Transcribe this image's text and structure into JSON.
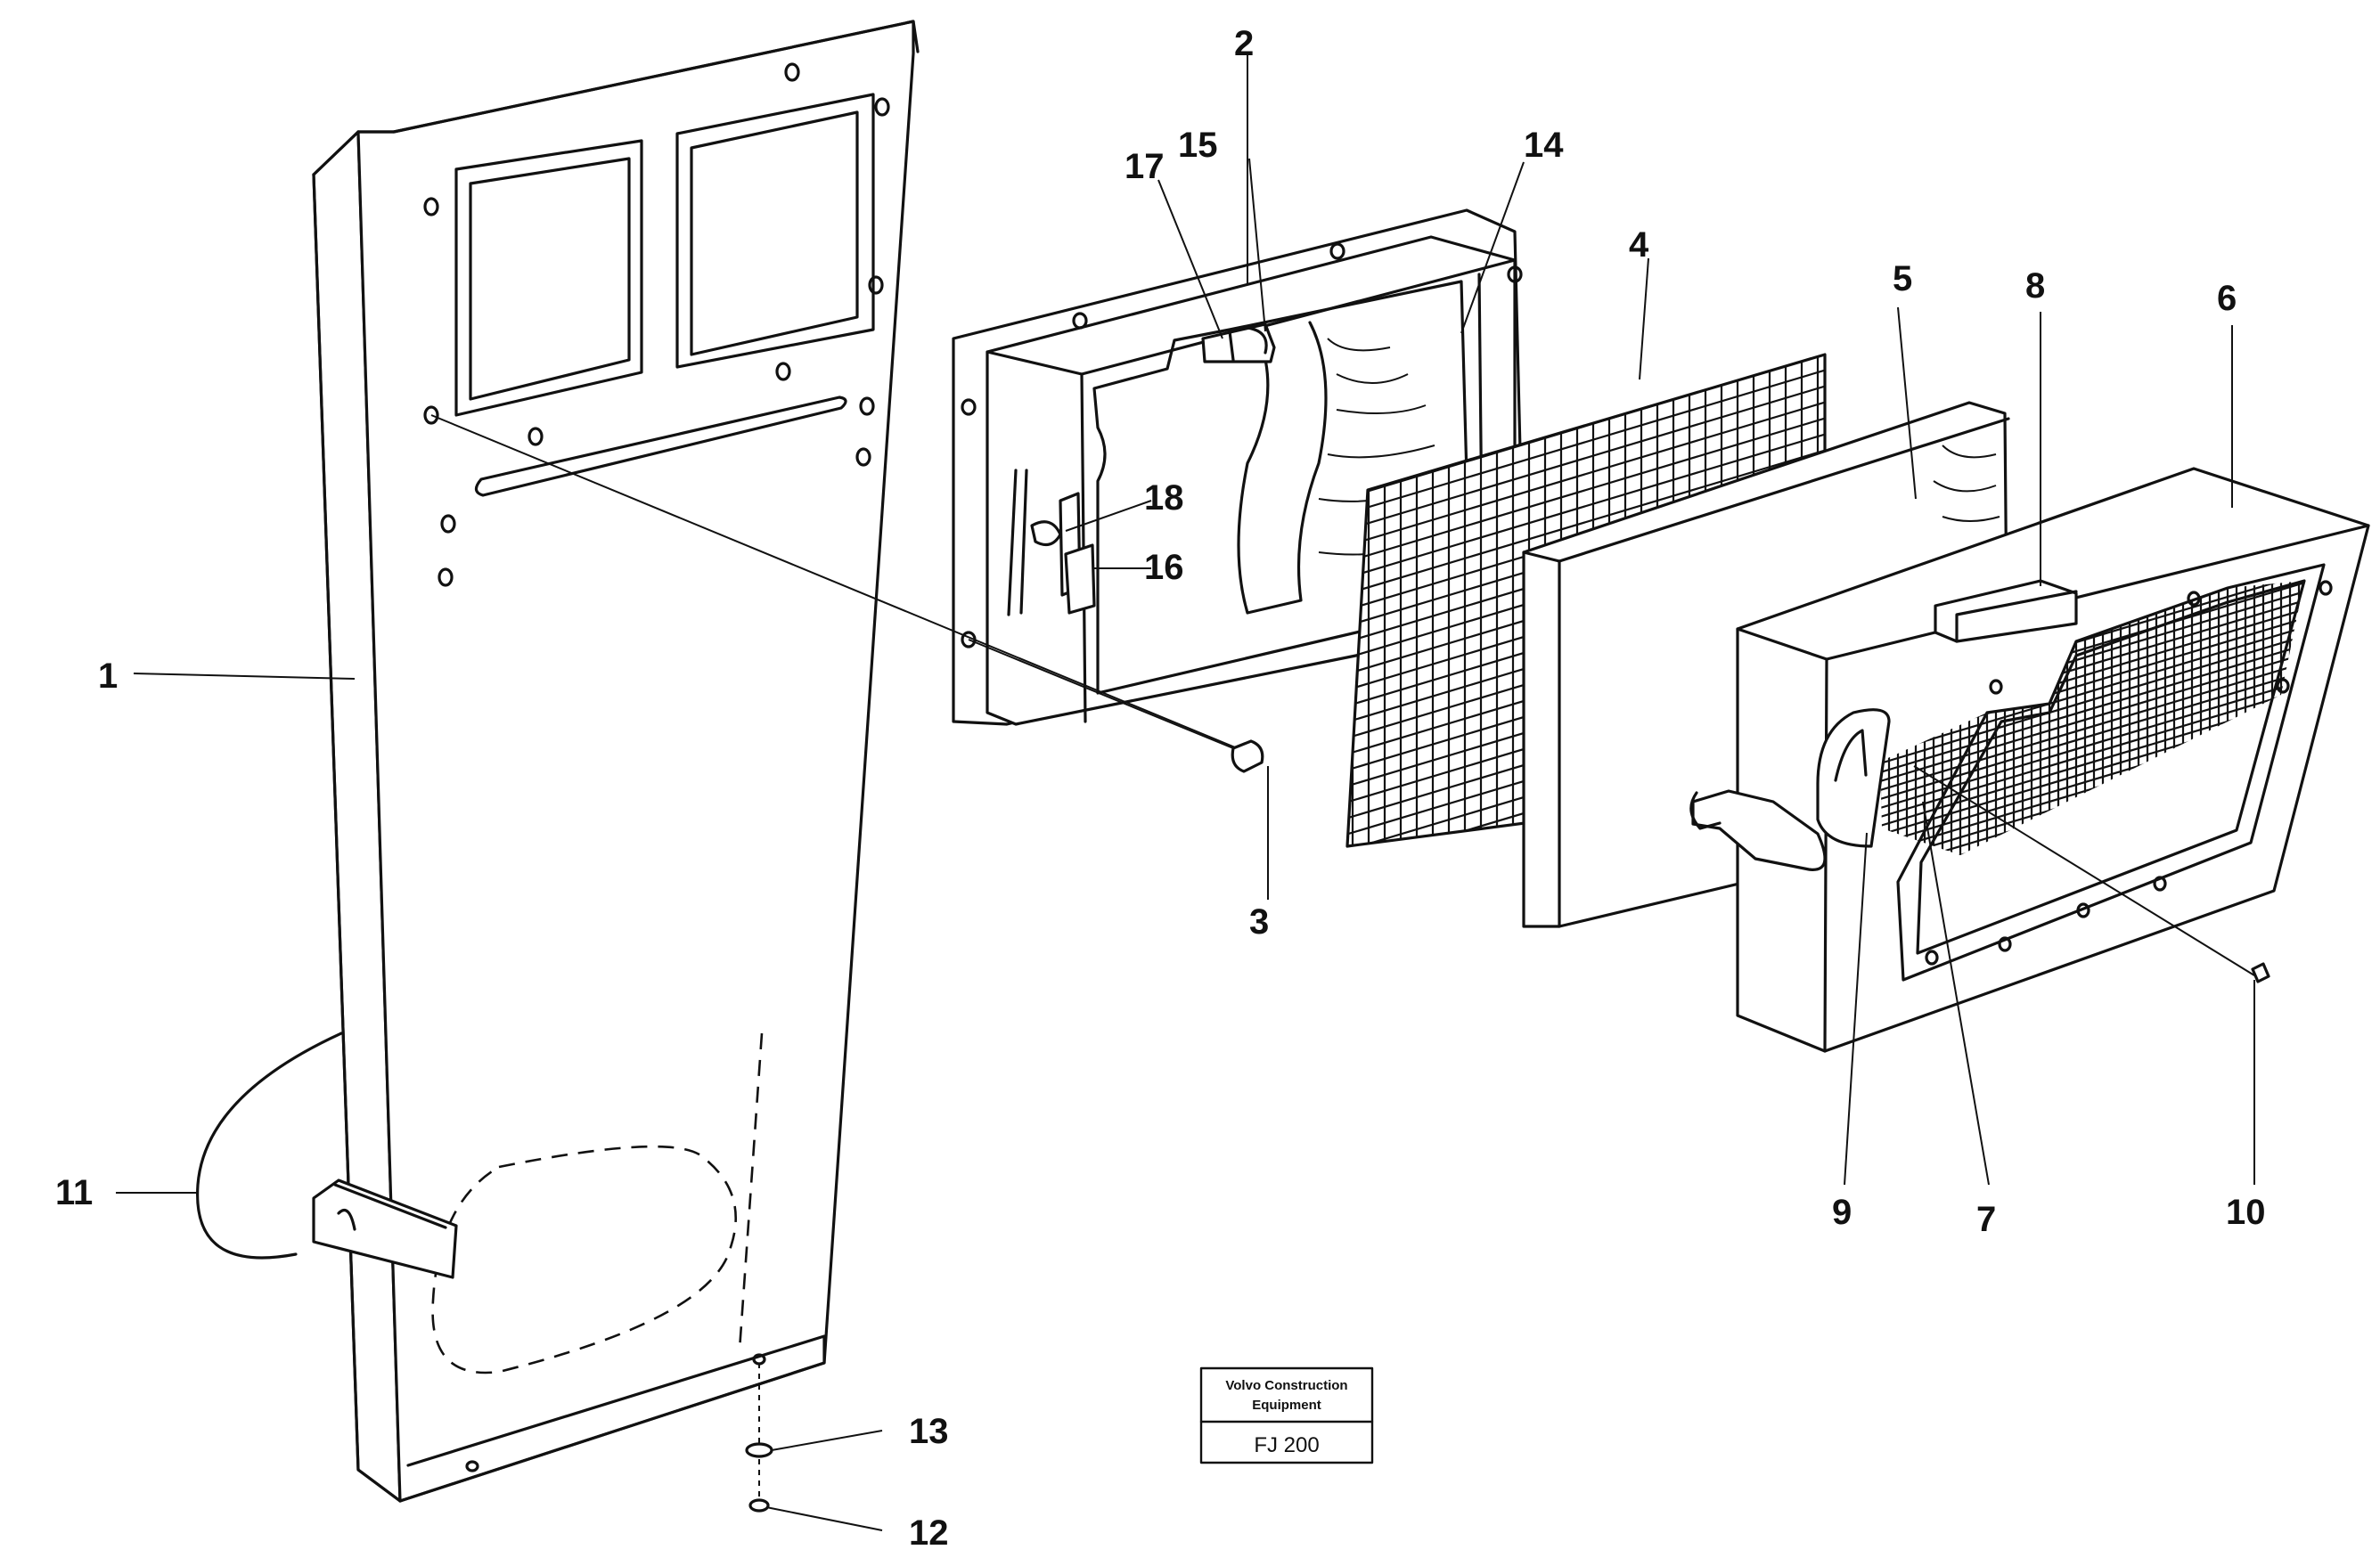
{
  "callouts": {
    "c1": "1",
    "c2": "2",
    "c3": "3",
    "c4": "4",
    "c5": "5",
    "c6": "6",
    "c7": "7",
    "c8": "8",
    "c9": "9",
    "c10": "10",
    "c11": "11",
    "c12": "12",
    "c13": "13",
    "c14": "14",
    "c15": "15",
    "c16": "16",
    "c17": "17",
    "c18": "18"
  },
  "stamp": {
    "company_line1": "Volvo Construction",
    "company_line2": "Equipment",
    "code": "FJ 200"
  }
}
